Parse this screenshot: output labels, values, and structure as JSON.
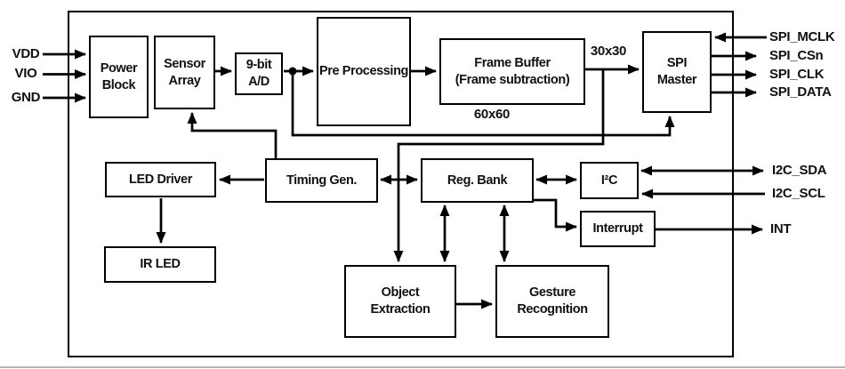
{
  "blocks": {
    "power_block": {
      "label": "Power\nBlock"
    },
    "sensor_array": {
      "label": "Sensor\nArray"
    },
    "adc": {
      "label": "9-bit\nA/D"
    },
    "pre_processing": {
      "label": "Pre Processing"
    },
    "frame_buffer": {
      "label": "Frame Buffer\n(Frame subtraction)"
    },
    "spi_master": {
      "label": "SPI\nMaster"
    },
    "led_driver": {
      "label": "LED Driver"
    },
    "timing_gen": {
      "label": "Timing Gen."
    },
    "reg_bank": {
      "label": "Reg. Bank"
    },
    "i2c": {
      "label": "I²C"
    },
    "interrupt": {
      "label": "Interrupt"
    },
    "ir_led": {
      "label": "IR LED"
    },
    "object_extraction": {
      "label": "Object\nExtraction"
    },
    "gesture_recognition": {
      "label": "Gesture\nRecognition"
    }
  },
  "bus_labels": {
    "frame_buffer_to_spi": "30x30",
    "adc_to_spi": "60x60"
  },
  "pins": {
    "left": [
      {
        "label": "VDD",
        "direction": "in"
      },
      {
        "label": "VIO",
        "direction": "in"
      },
      {
        "label": "GND",
        "direction": "in"
      }
    ],
    "right_spi": [
      {
        "label": "SPI_MCLK",
        "direction": "in"
      },
      {
        "label": "SPI_CSn",
        "direction": "out"
      },
      {
        "label": "SPI_CLK",
        "direction": "out"
      },
      {
        "label": "SPI_DATA",
        "direction": "out"
      }
    ],
    "right_i2c": [
      {
        "label": "I2C_SDA",
        "direction": "bidirectional"
      },
      {
        "label": "I2C_SCL",
        "direction": "in"
      }
    ],
    "right_int": [
      {
        "label": "INT",
        "direction": "out"
      }
    ]
  },
  "colors": {
    "line": "#000000",
    "text": "#111111",
    "background": "#ffffff",
    "footer_rule": "#b5b5b5"
  }
}
